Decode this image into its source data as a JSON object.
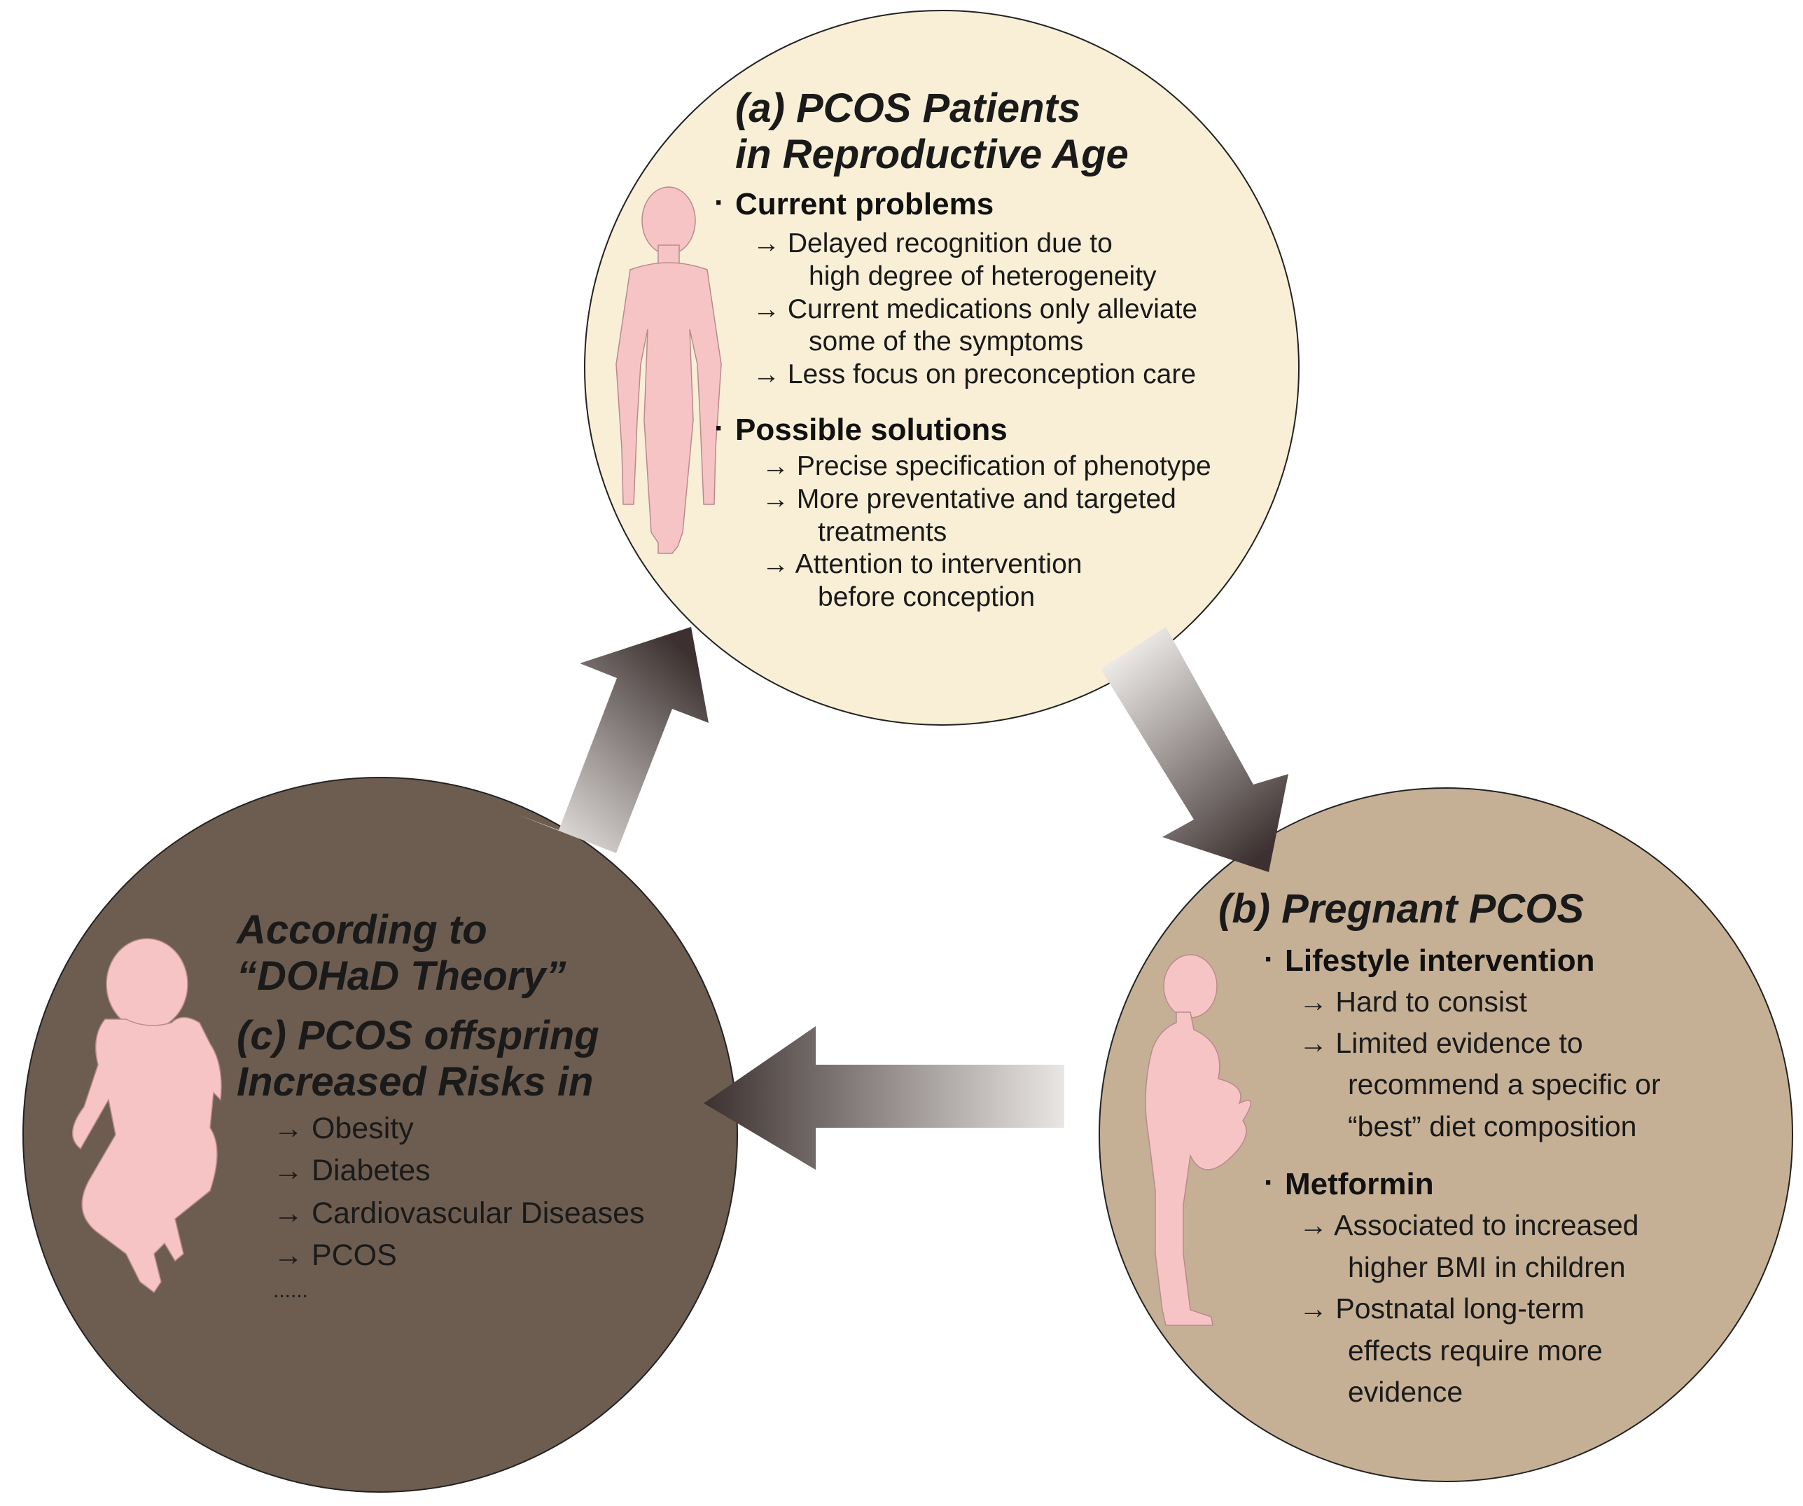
{
  "colors": {
    "panel_a_fill": "#f8efd6",
    "panel_b_fill": "#c5b096",
    "panel_c_fill": "#6d5d50",
    "silhouette": "#f7c4c6",
    "arrow_dark": "#3c3130",
    "arrow_light": "#e6e3e1"
  },
  "panel_a": {
    "title_line1": "(a) PCOS Patients",
    "title_line2": "in Reproductive Age",
    "current_problems": {
      "heading": "Current problems",
      "items": [
        "→ Delayed recognition due to",
        "high degree of heterogeneity",
        "→ Current medications only alleviate",
        "some of the symptoms",
        "→ Less focus on preconception care"
      ]
    },
    "possible_solutions": {
      "heading": "Possible solutions",
      "items": [
        "→ Precise specification of phenotype",
        "→ More preventative and targeted",
        "treatments",
        "→ Attention to intervention",
        "before conception"
      ]
    }
  },
  "panel_b": {
    "title": "(b) Pregnant PCOS",
    "lifestyle": {
      "heading": "Lifestyle intervention",
      "items": [
        "→ Hard to consist",
        "→ Limited evidence to",
        "recommend a specific or",
        "“best” diet composition"
      ]
    },
    "metformin": {
      "heading": "Metformin",
      "items": [
        "→ Associated to increased",
        "higher BMI in children",
        "→ Postnatal long-term",
        "effects require more",
        "evidence"
      ]
    }
  },
  "panel_c": {
    "title_line1": "According to",
    "title_line2": "“DOHaD Theory”",
    "title_line3": "(c) PCOS offspring",
    "title_line4": "Increased Risks in",
    "items": [
      "→ Obesity",
      "→ Diabetes",
      "→ Cardiovascular Diseases",
      "→ PCOS",
      "......"
    ]
  }
}
